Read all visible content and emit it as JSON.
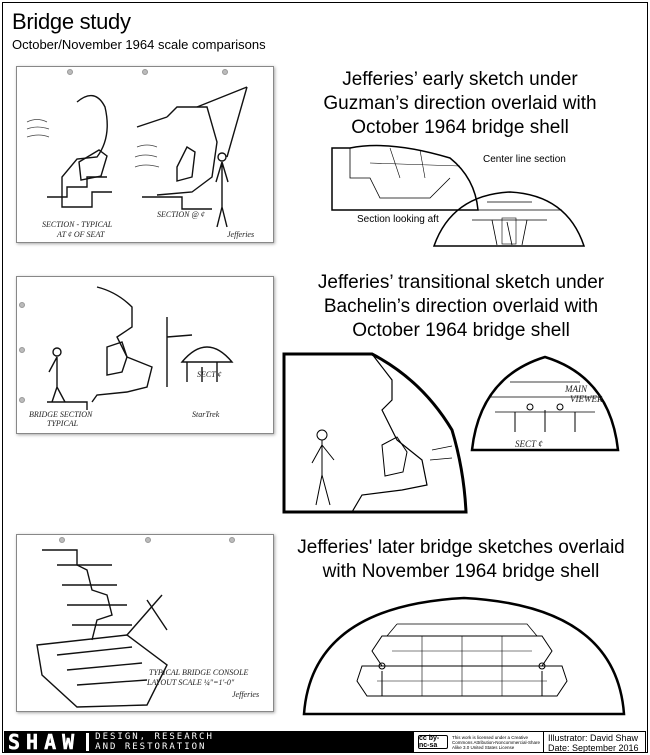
{
  "header": {
    "title": "Bridge study",
    "subtitle": "October/November 1964 scale comparisons"
  },
  "rows": [
    {
      "caption": [
        "Jefferies’ early sketch under",
        "Guzman’s direction overlaid with",
        "October 1964 bridge shell"
      ],
      "labels": {
        "center_line": "Center line section",
        "looking_aft": "Section looking aft"
      }
    },
    {
      "caption": [
        "Jefferies’ transitional sketch under",
        "Bachelin’s direction overlaid with",
        "October 1964 bridge shell"
      ]
    },
    {
      "caption": [
        "Jefferies' later bridge sketches overlaid",
        "with November 1964 bridge shell"
      ]
    }
  ],
  "footer": {
    "logo": "SHAW",
    "tagline_1": "DESIGN, RESEARCH",
    "tagline_2": "AND RESTORATION",
    "cc_badge": "cc by-nc-sa",
    "license": "This work is licensed under a Creative Commons Attribution-Noncommercial-Share Alike 3.0 United States License",
    "illustrator": "Illustrator: David Shaw",
    "date": "Date: September 2016"
  }
}
